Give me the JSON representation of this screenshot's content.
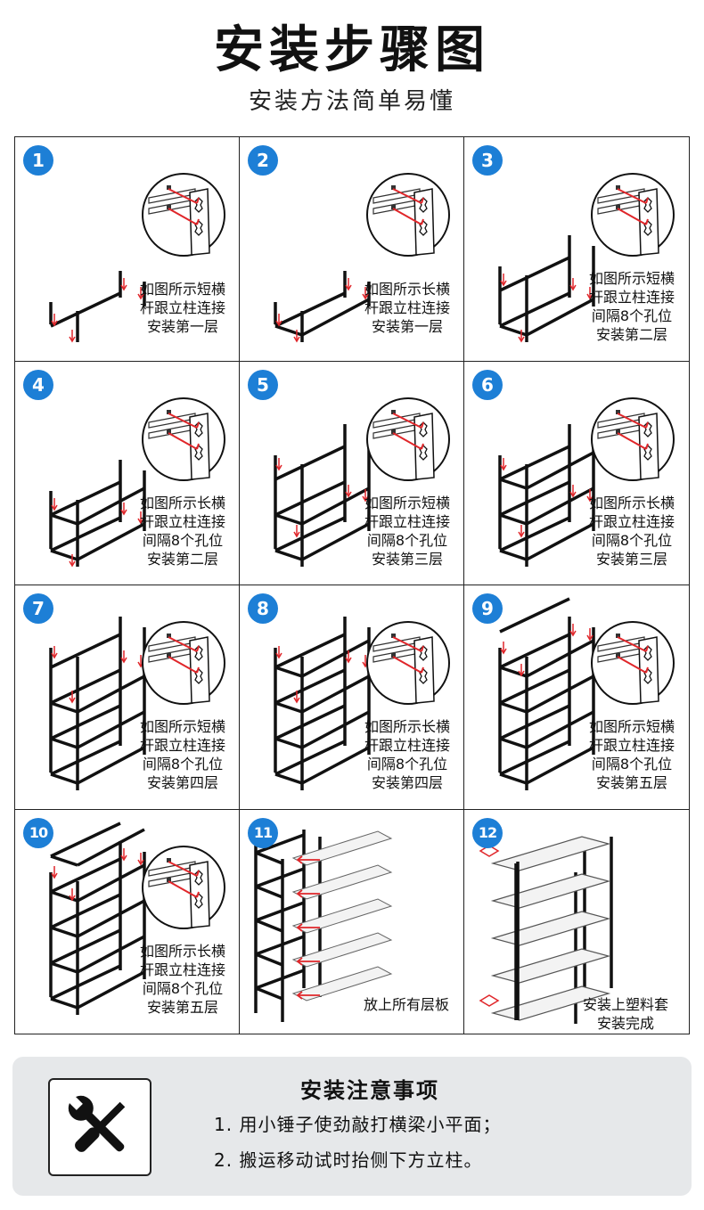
{
  "header": {
    "title": "安装步骤图",
    "subtitle": "安装方法简单易懂"
  },
  "steps": [
    {
      "number": "1",
      "lines": [
        "如图所示短横",
        "杆跟立柱连接",
        "安装第一层"
      ]
    },
    {
      "number": "2",
      "lines": [
        "如图所示长横",
        "杆跟立柱连接",
        "安装第一层"
      ]
    },
    {
      "number": "3",
      "lines": [
        "如图所示短横",
        "杆跟立柱连接",
        "间隔8个孔位",
        "安装第二层"
      ]
    },
    {
      "number": "4",
      "lines": [
        "如图所示长横",
        "杆跟立柱连接",
        "间隔8个孔位",
        "安装第二层"
      ]
    },
    {
      "number": "5",
      "lines": [
        "如图所示短横",
        "杆跟立柱连接",
        "间隔8个孔位",
        "安装第三层"
      ]
    },
    {
      "number": "6",
      "lines": [
        "如图所示长横",
        "杆跟立柱连接",
        "间隔8个孔位",
        "安装第三层"
      ]
    },
    {
      "number": "7",
      "lines": [
        "如图所示短横",
        "杆跟立柱连接",
        "间隔8个孔位",
        "安装第四层"
      ]
    },
    {
      "number": "8",
      "lines": [
        "如图所示长横",
        "杆跟立柱连接",
        "间隔8个孔位",
        "安装第四层"
      ]
    },
    {
      "number": "9",
      "lines": [
        "如图所示短横",
        "杆跟立柱连接",
        "间隔8个孔位",
        "安装第五层"
      ]
    },
    {
      "number": "10",
      "lines": [
        "如图所示长横",
        "杆跟立柱连接",
        "间隔8个孔位",
        "安装第五层"
      ]
    },
    {
      "number": "11",
      "lines": [
        "放上所有层板"
      ]
    },
    {
      "number": "12",
      "lines": [
        "安装上塑料套",
        "安装完成"
      ]
    }
  ],
  "notes": {
    "title": "安装注意事项",
    "items": [
      "1. 用小锤子使劲敲打横梁小平面；",
      "2. 搬运移动试时抬侧下方立柱。"
    ],
    "icon": "tools-icon"
  },
  "colors": {
    "badge": "#1d7fd6",
    "arrow": "#e0262a",
    "notes_bg": "#e6e8ea"
  }
}
